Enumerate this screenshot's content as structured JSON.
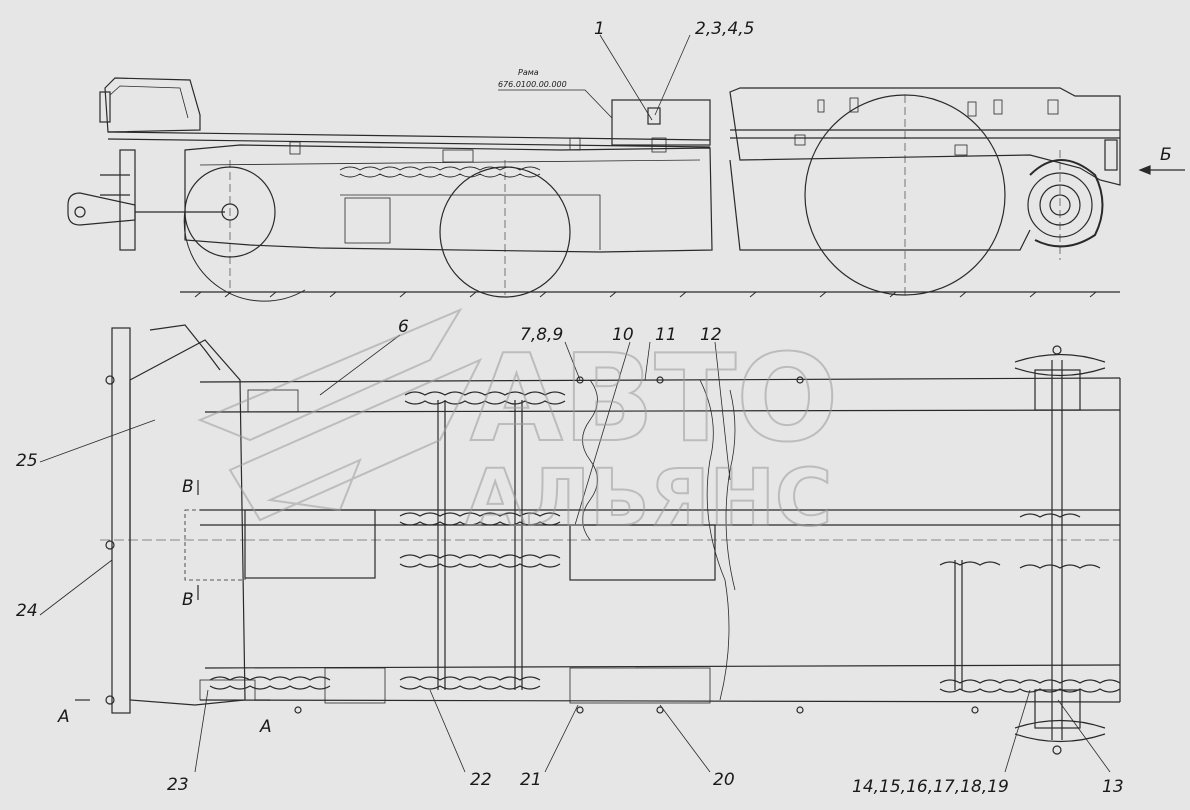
{
  "drawing": {
    "frame_label": {
      "name": "Рама",
      "code": "676.0100.00.000"
    },
    "view_mark_b": "Б",
    "section_marks": {
      "A_left": "A",
      "A_right": "A",
      "B_top": "B",
      "B_bottom": "B"
    },
    "callouts": {
      "c1": "1",
      "c2": "2,3,4,5",
      "c6": "6",
      "c7": "7,8,9",
      "c10": "10",
      "c11": "11",
      "c12": "12",
      "c13": "13",
      "c14": "14,15,16,17,18,19",
      "c20": "20",
      "c21": "21",
      "c22": "22",
      "c23": "23",
      "c24": "24",
      "c25": "25"
    },
    "watermark": {
      "line1": "АВТО",
      "line2": "АЛЬЯНС"
    }
  }
}
